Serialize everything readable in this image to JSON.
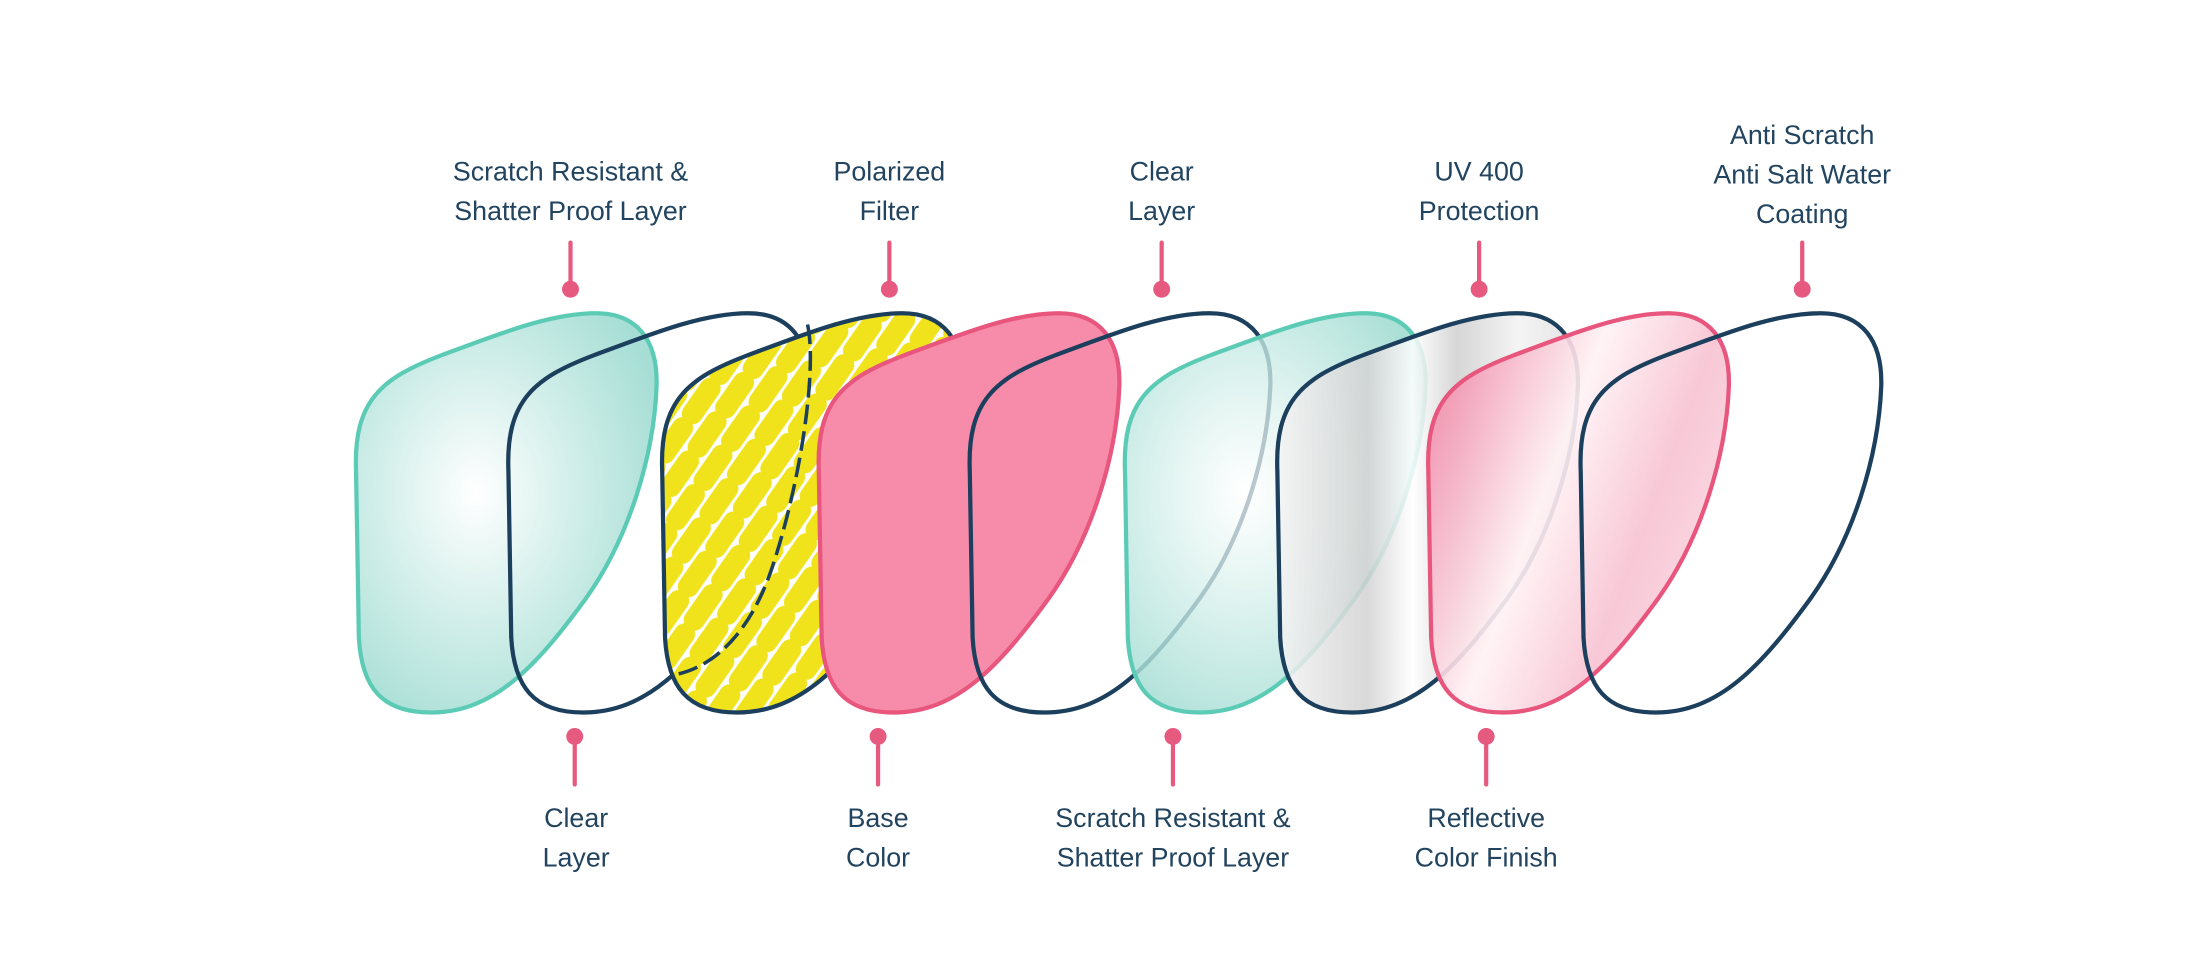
{
  "title": "Lens layers diagram",
  "colors": {
    "navy": "#1b3f5c",
    "teal": "#5ccbb5",
    "pink": "#e8567e",
    "pink_fill": "#f78caa",
    "yellow": "#f0e31c",
    "text": "#22445f"
  },
  "top_labels": [
    {
      "lines": [
        "Scratch Resistant &",
        "Shatter Proof Layer"
      ]
    },
    {
      "lines": [
        "Polarized",
        "Filter"
      ]
    },
    {
      "lines": [
        "Clear",
        "Layer"
      ]
    },
    {
      "lines": [
        "UV 400",
        "Protection"
      ]
    },
    {
      "lines": [
        "Anti Scratch",
        "Anti Salt Water",
        "Coating"
      ]
    }
  ],
  "bottom_labels": [
    {
      "lines": [
        "Clear",
        "Layer"
      ]
    },
    {
      "lines": [
        "Base",
        "Color"
      ]
    },
    {
      "lines": [
        "Scratch Resistant &",
        "Shatter Proof Layer"
      ]
    },
    {
      "lines": [
        "Reflective",
        "Color Finish"
      ]
    }
  ],
  "layers": [
    "teal-scratch-resistant",
    "clear-outline",
    "polarized-pattern",
    "pink-base-color",
    "clear-outline",
    "teal-scratch-resistant",
    "silver-uv400",
    "pink-reflective-gradient",
    "clear-outline-coating"
  ]
}
